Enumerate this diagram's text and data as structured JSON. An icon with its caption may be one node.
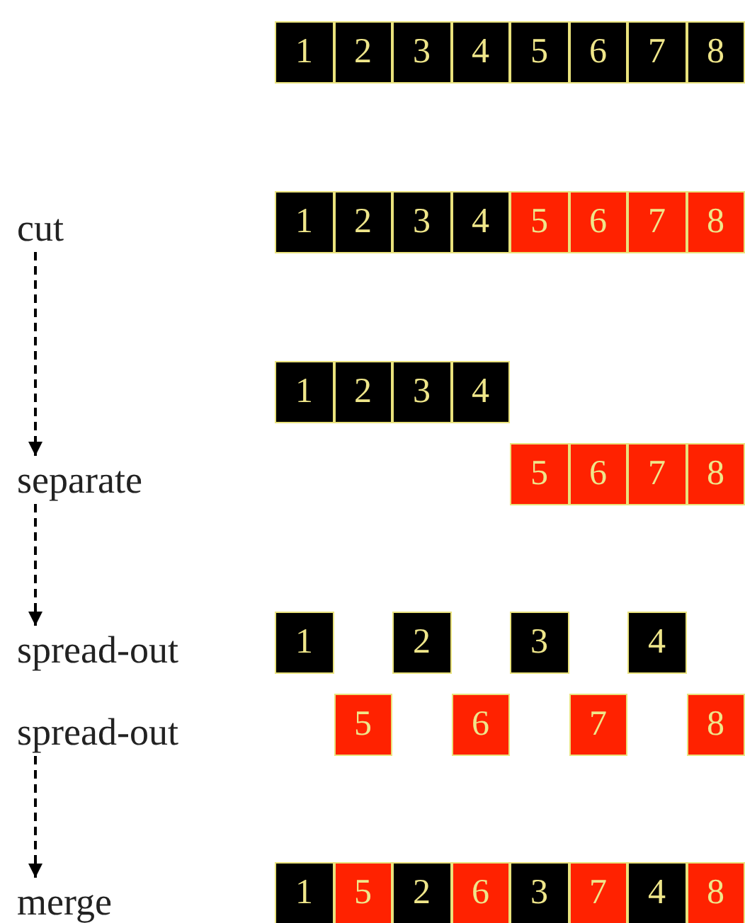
{
  "diagram": {
    "nodes": [
      {
        "text": [
          "1"
        ]
      },
      {
        "text": [
          "2"
        ]
      },
      {
        "text": [
          "3"
        ]
      },
      {
        "text": [
          "4"
        ]
      },
      {
        "text": [
          "5"
        ]
      },
      {
        "text": [
          "6"
        ]
      },
      {
        "text": [
          "7"
        ]
      },
      {
        "text": [
          "8"
        ]
      },
      {
        "text": [
          "cut"
        ]
      },
      {
        "text": [
          "1"
        ]
      },
      {
        "text": [
          "2"
        ]
      },
      {
        "text": [
          "3"
        ]
      },
      {
        "text": [
          "4"
        ]
      },
      {
        "text": [
          "5"
        ]
      },
      {
        "text": [
          "6"
        ]
      },
      {
        "text": [
          "7"
        ]
      },
      {
        "text": [
          "8"
        ]
      },
      {
        "text": [
          "1"
        ]
      },
      {
        "text": [
          "2"
        ]
      },
      {
        "text": [
          "3"
        ]
      },
      {
        "text": [
          "4"
        ]
      },
      {
        "text": [
          "separate"
        ]
      },
      {
        "text": [
          "5"
        ]
      },
      {
        "text": [
          "6"
        ]
      },
      {
        "text": [
          "7"
        ]
      },
      {
        "text": [
          "8"
        ]
      },
      {
        "text": [
          "spread-out"
        ]
      },
      {
        "text": [
          "1"
        ]
      },
      {
        "text": [
          "2"
        ]
      },
      {
        "text": [
          "3"
        ]
      },
      {
        "text": [
          "4"
        ]
      },
      {
        "text": [
          "spread-out"
        ]
      },
      {
        "text": [
          "5"
        ]
      },
      {
        "text": [
          "6"
        ]
      },
      {
        "text": [
          "7"
        ]
      },
      {
        "text": [
          "8"
        ]
      },
      {
        "text": [
          "merge"
        ]
      },
      {
        "text": [
          "1"
        ]
      },
      {
        "text": [
          "5"
        ]
      },
      {
        "text": [
          "2"
        ]
      },
      {
        "text": [
          "6"
        ]
      },
      {
        "text": [
          "3"
        ]
      },
      {
        "text": [
          "7"
        ]
      },
      {
        "text": [
          "4"
        ]
      },
      {
        "text": [
          "8"
        ]
      }
    ],
    "edges": [
      {
        "from": 8,
        "to": 21,
        "arrow": "to",
        "style": "dashed"
      },
      {
        "from": 21,
        "to": 26,
        "arrow": "to",
        "style": "dashed"
      },
      {
        "from": 31,
        "to": 36,
        "arrow": "to",
        "style": "dashed"
      }
    ]
  }
}
